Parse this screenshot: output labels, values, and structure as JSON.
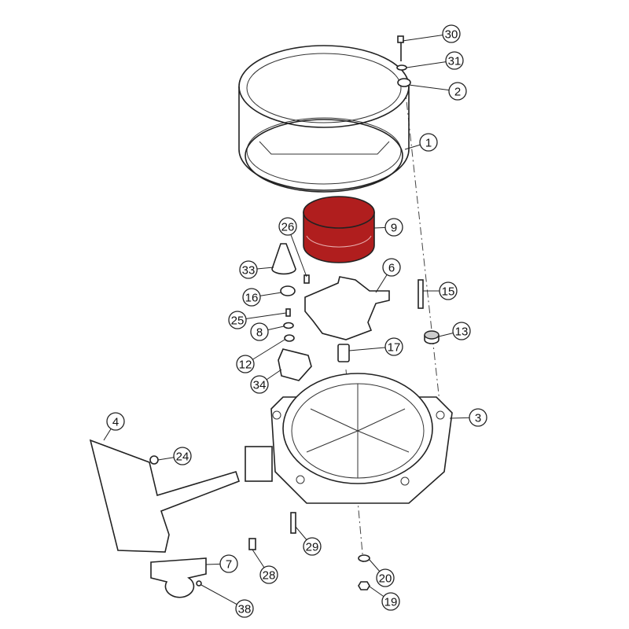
{
  "diagram": {
    "highlight_color": "#b01e1e",
    "highlighted_part": "9",
    "callouts": [
      "30",
      "31",
      "2",
      "1",
      "9",
      "26",
      "33",
      "6",
      "16",
      "15",
      "25",
      "8",
      "13",
      "17",
      "12",
      "34",
      "3",
      "4",
      "24",
      "7",
      "29",
      "28",
      "20",
      "38",
      "19"
    ]
  }
}
